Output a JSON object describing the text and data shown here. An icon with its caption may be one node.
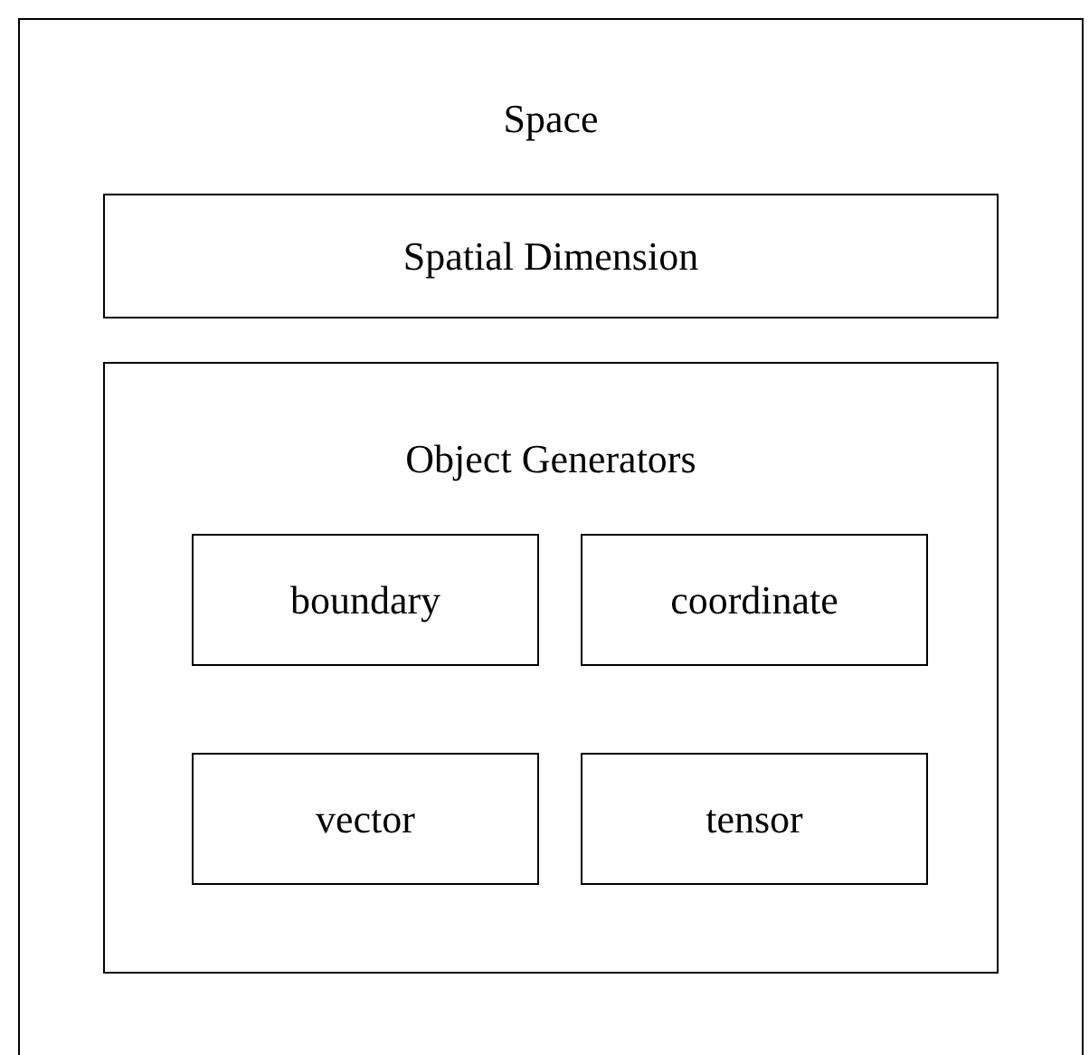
{
  "diagram": {
    "nodes": [
      {
        "text": [
          "Space"
        ]
      },
      {
        "text": [
          "Spatial Dimension"
        ],
        "in": 0
      },
      {
        "text": [
          "Object Generators"
        ],
        "in": 0
      },
      {
        "text": [
          "boundary"
        ],
        "in": 2
      },
      {
        "text": [
          "coordinate"
        ],
        "in": 2
      },
      {
        "text": [
          "vector"
        ],
        "in": 2
      },
      {
        "text": [
          "tensor"
        ],
        "in": 2
      }
    ]
  }
}
